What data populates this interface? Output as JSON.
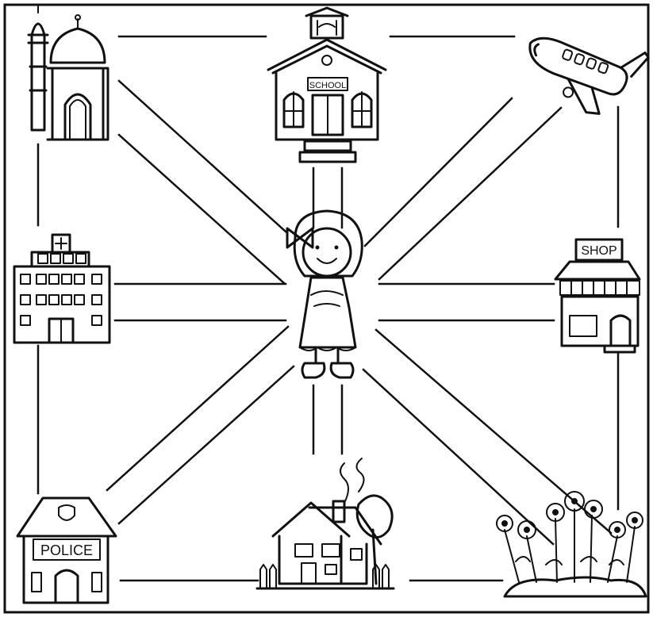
{
  "worksheet": {
    "place_labels": {
      "school": "SCHOOL",
      "shop": "SHOP",
      "police": "POLICE"
    },
    "places": [
      {
        "id": "mosque",
        "icon": "mosque-icon"
      },
      {
        "id": "school",
        "icon": "school-building-icon"
      },
      {
        "id": "airplane",
        "icon": "airplane-icon"
      },
      {
        "id": "hospital",
        "icon": "hospital-icon"
      },
      {
        "id": "girl",
        "icon": "girl-character-icon"
      },
      {
        "id": "shop",
        "icon": "shop-icon"
      },
      {
        "id": "police",
        "icon": "police-station-icon"
      },
      {
        "id": "house",
        "icon": "house-icon"
      },
      {
        "id": "garden",
        "icon": "flower-garden-icon"
      }
    ],
    "line_color": "#111111",
    "background": "#ffffff"
  }
}
